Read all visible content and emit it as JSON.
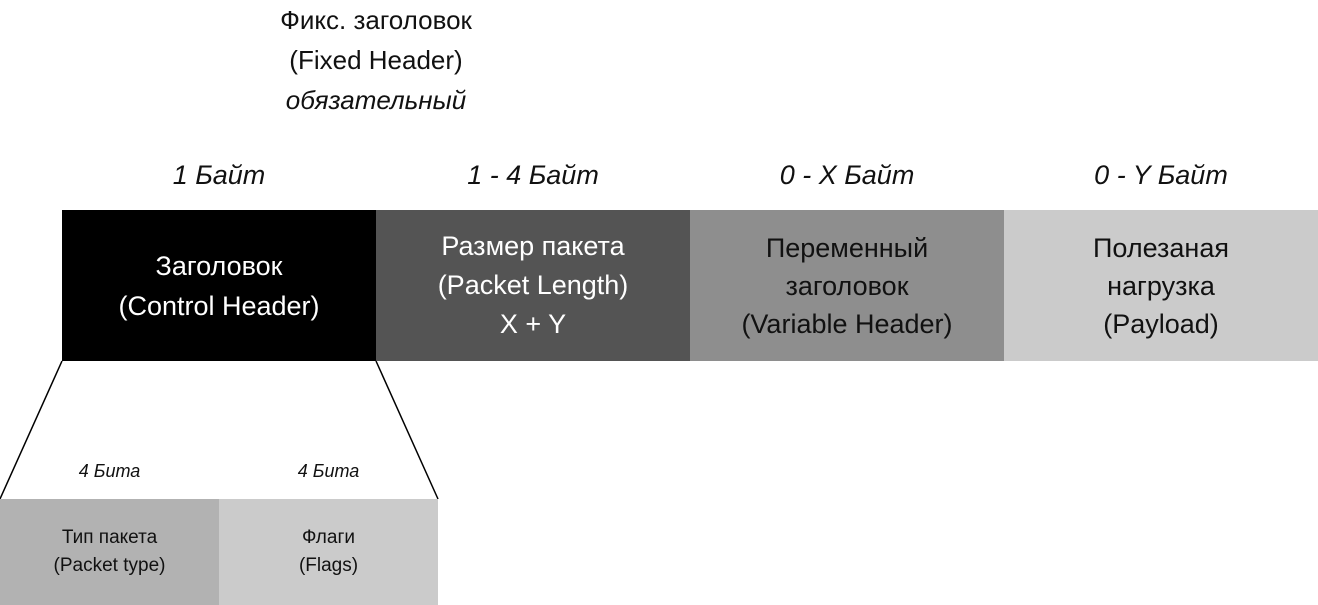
{
  "fixed_header": {
    "line1": "Фикс. заголовок",
    "line2": "(Fixed Header)",
    "line3": "обязательный"
  },
  "sizes": [
    "1 Байт",
    "1 - 4 Байт",
    "0 - X Байт",
    "0 - Y Байт"
  ],
  "blocks": [
    {
      "lines": [
        "Заголовок",
        "(Control Header)"
      ],
      "color": "#000000"
    },
    {
      "lines": [
        "Размер пакета",
        "(Packet Length)",
        "X + Y"
      ],
      "color": "#545454"
    },
    {
      "lines": [
        "Переменный",
        "заголовок",
        "(Variable Header)"
      ],
      "color": "#8e8e8e"
    },
    {
      "lines": [
        "Полезаная",
        "нагрузка",
        "(Payload)"
      ],
      "color": "#cbcbcb"
    }
  ],
  "sub_sizes": [
    "4 Бита",
    "4 Бита"
  ],
  "sub_blocks": [
    {
      "lines": [
        "Тип пакета",
        "(Packet type)"
      ],
      "color": "#b2b2b2"
    },
    {
      "lines": [
        "Флаги",
        "(Flags)"
      ],
      "color": "#cbcbcb"
    }
  ]
}
